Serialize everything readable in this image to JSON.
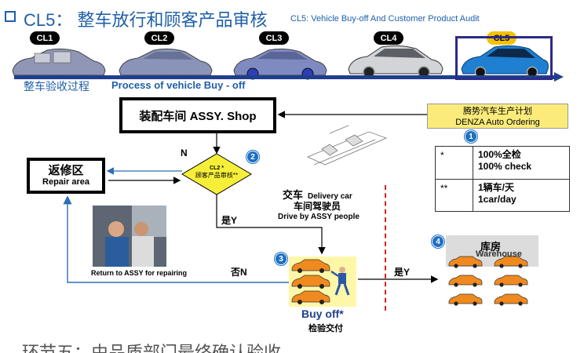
{
  "title": {
    "main": "CL5： 整车放行和顾客产品审核",
    "sub": "CL5: Vehicle Buy-off And Customer Product Audit"
  },
  "stages": [
    "CL1",
    "CL2",
    "CL3",
    "CL4",
    "CL5"
  ],
  "process": {
    "cn": "整车验收过程",
    "en": "Process of vehicle Buy - off"
  },
  "assy_shop": "装配车间  ASSY. Shop",
  "repair": {
    "cn": "返修区",
    "en": "Repair area"
  },
  "decision": {
    "line1": "CL2 *",
    "line2": "顾客产品审核**"
  },
  "denza": {
    "cn": "腾势汽车生产计划",
    "en": "DENZA Auto Ordering"
  },
  "check_table": [
    {
      "key": "*",
      "cn": "100%全检",
      "en": "100% check"
    },
    {
      "key": "**",
      "cn": "1辆车/天",
      "en": "1car/day"
    }
  ],
  "badges": [
    "1",
    "2",
    "3",
    "4"
  ],
  "labels": {
    "n": "N",
    "yes": "是Y",
    "no": "否N",
    "yes2": "是Y",
    "delivery_cn": "交车",
    "delivery_en": "Delivery car",
    "driver_cn": "车间驾驶员",
    "driver_en": "Drive by ASSY people",
    "return": "Return to ASSY for repairing",
    "buyoff": "Buy off*",
    "buyoff_cn": "检验交付",
    "warehouse_cn": "库房",
    "warehouse_en": "Warehouse"
  },
  "bottom_text": "环节五：由品质部门最终确认验收",
  "colors": {
    "accent": "#1f5fa8",
    "timeline": "#1f3f8e",
    "active_stage": "#f2c200",
    "denza_fill": "#fbeb7a",
    "buyoff_fill": "#fff7a8",
    "badge": "#1e6fc4",
    "dash": "#e02020",
    "diamond": "#f5ef3a",
    "car_orange": "#f08a1e"
  }
}
